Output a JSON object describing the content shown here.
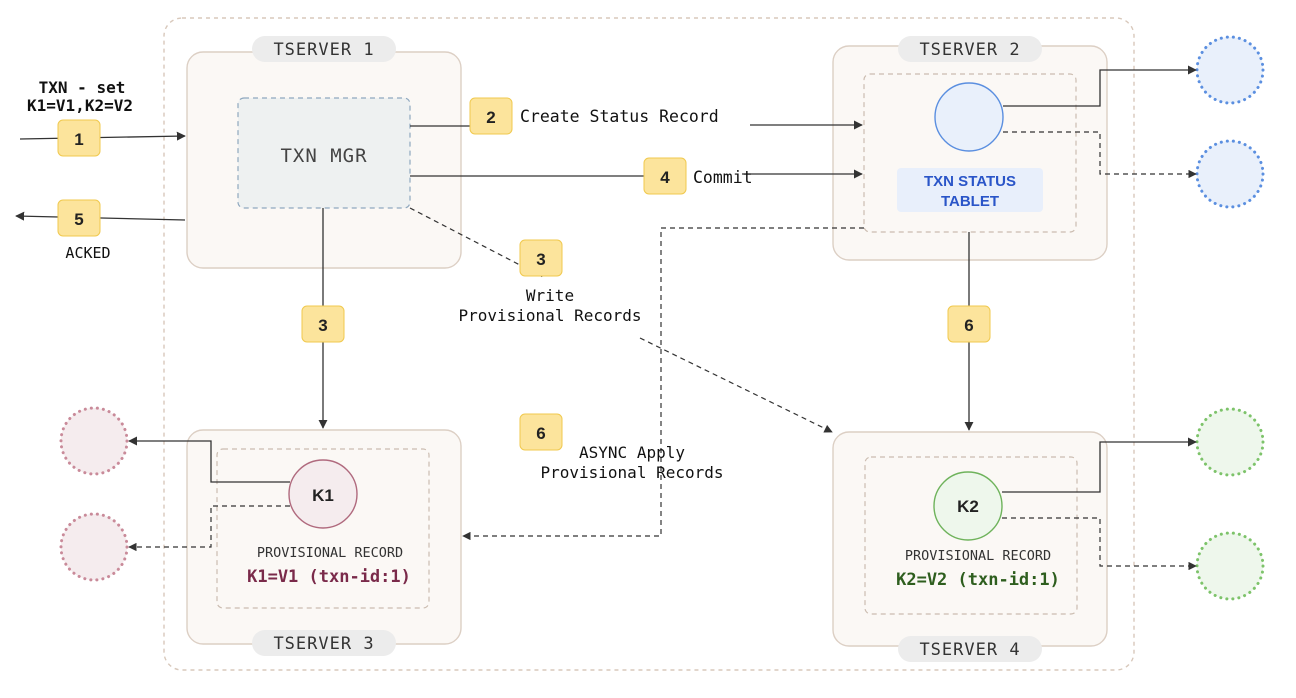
{
  "servers": {
    "ts1": "TSERVER 1",
    "ts2": "TSERVER 2",
    "ts3": "TSERVER 3",
    "ts4": "TSERVER 4"
  },
  "txn_input": {
    "line1": "TXN - set",
    "line2": "K1=V1,K2=V2"
  },
  "txn_mgr": "TXN MGR",
  "status_tablet": {
    "line1": "TXN STATUS",
    "line2": "TABLET"
  },
  "steps": {
    "s1": "1",
    "s2": "2",
    "s3a": "3",
    "s3b": "3",
    "s4": "4",
    "s5": "5",
    "s6a": "6",
    "s6b": "6"
  },
  "labels": {
    "create_status": "Create Status Record",
    "commit": "Commit",
    "acked": "ACKED",
    "write_line1": "Write",
    "write_line2": "Provisional Records",
    "async_line1": "ASYNC Apply",
    "async_line2": "Provisional Records"
  },
  "records": {
    "k1_key": "K1",
    "k1_caption": "PROVISIONAL RECORD",
    "k1_value": "K1=V1 (txn-id:1)",
    "k2_key": "K2",
    "k2_caption": "PROVISIONAL RECORD",
    "k2_value": "K2=V2 (txn-id:1)"
  },
  "colors": {
    "server_fill": "#fbf8f5",
    "server_stroke": "#dccfc4",
    "badge_fill": "#fce49c",
    "badge_stroke": "#f0c94e",
    "tag_fill": "#ececec",
    "mgr_fill": "#eef1f1",
    "mgr_stroke": "#8fa8bf",
    "status_text": "#2a55c8",
    "status_fill": "#e8effb",
    "blue_replica": "#5b8fe0",
    "blue_fill": "#e9f0fb",
    "red_replica": "#c98a99",
    "red_fill": "#f5ecee",
    "green_replica": "#7dc36a",
    "green_fill": "#eef7ec",
    "k1_text": "#7a2a4a",
    "k2_text": "#2e5e1e",
    "arrow": "#333333"
  }
}
